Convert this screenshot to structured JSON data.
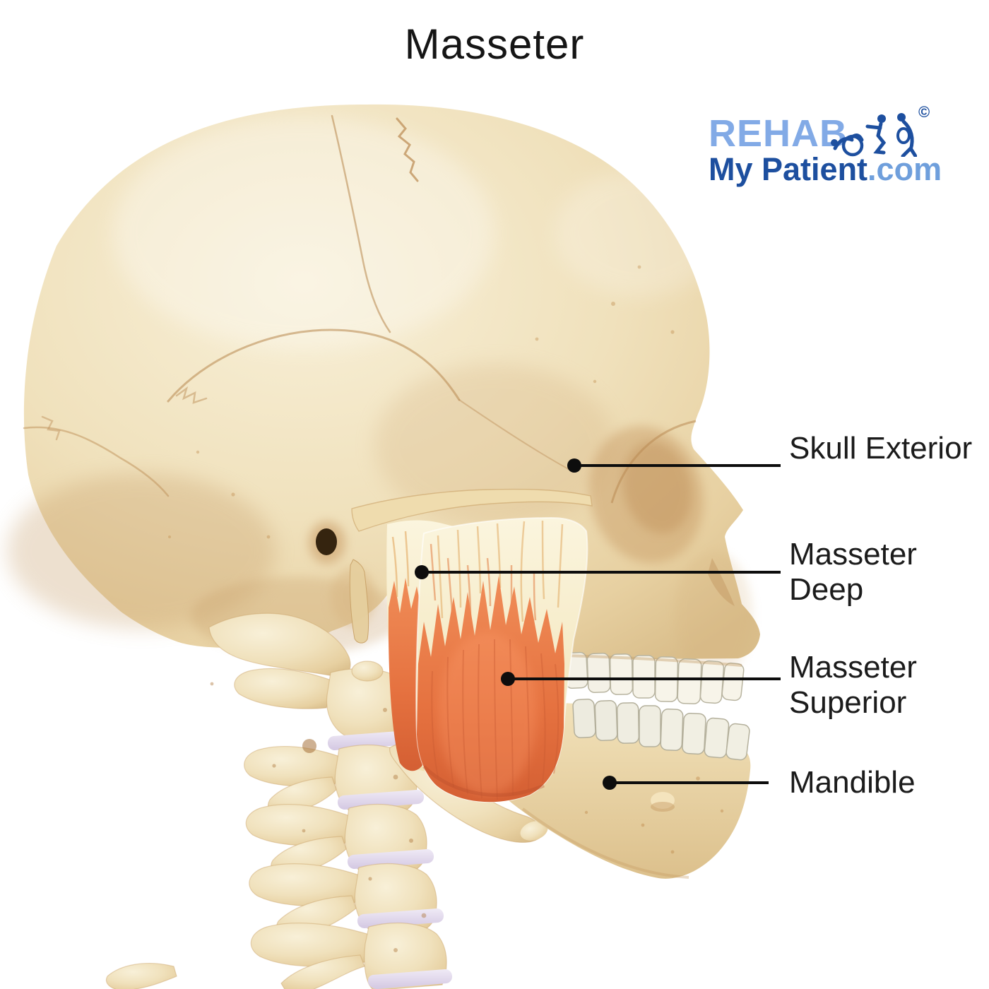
{
  "title": "Masseter",
  "logo": {
    "brand_top": "REHAB",
    "brand_bottom_dark": "My Patient",
    "brand_bottom_light": ".com",
    "copyright_symbol": "©",
    "icons": [
      "ball-exercise-figure",
      "squat-exercise-figure",
      "side-bend-exercise-figure"
    ],
    "color_light_blue": "#82aae6",
    "color_dark_blue": "#1d4f9f"
  },
  "illustration": {
    "description": "Right lateral view of a human skull and cervical spine with the masseter muscle overlying the mandibular ramus",
    "colors": {
      "bone": "#eeddb4",
      "bone_shadow": "#d0ad7a",
      "suture": "#bd8f58",
      "muscle_orange": "#e87a4a",
      "muscle_deep_shade": "#d45f33",
      "tendon_cream": "#f8f0d6",
      "teeth": "#f4f1e6",
      "disc_lavender": "#ddd3e8",
      "leader_line": "#0d0d0d"
    }
  },
  "callouts": [
    {
      "label": "Skull Exterior"
    },
    {
      "label": "Masseter Deep"
    },
    {
      "label": "Masseter Superior"
    },
    {
      "label": "Mandible"
    }
  ]
}
